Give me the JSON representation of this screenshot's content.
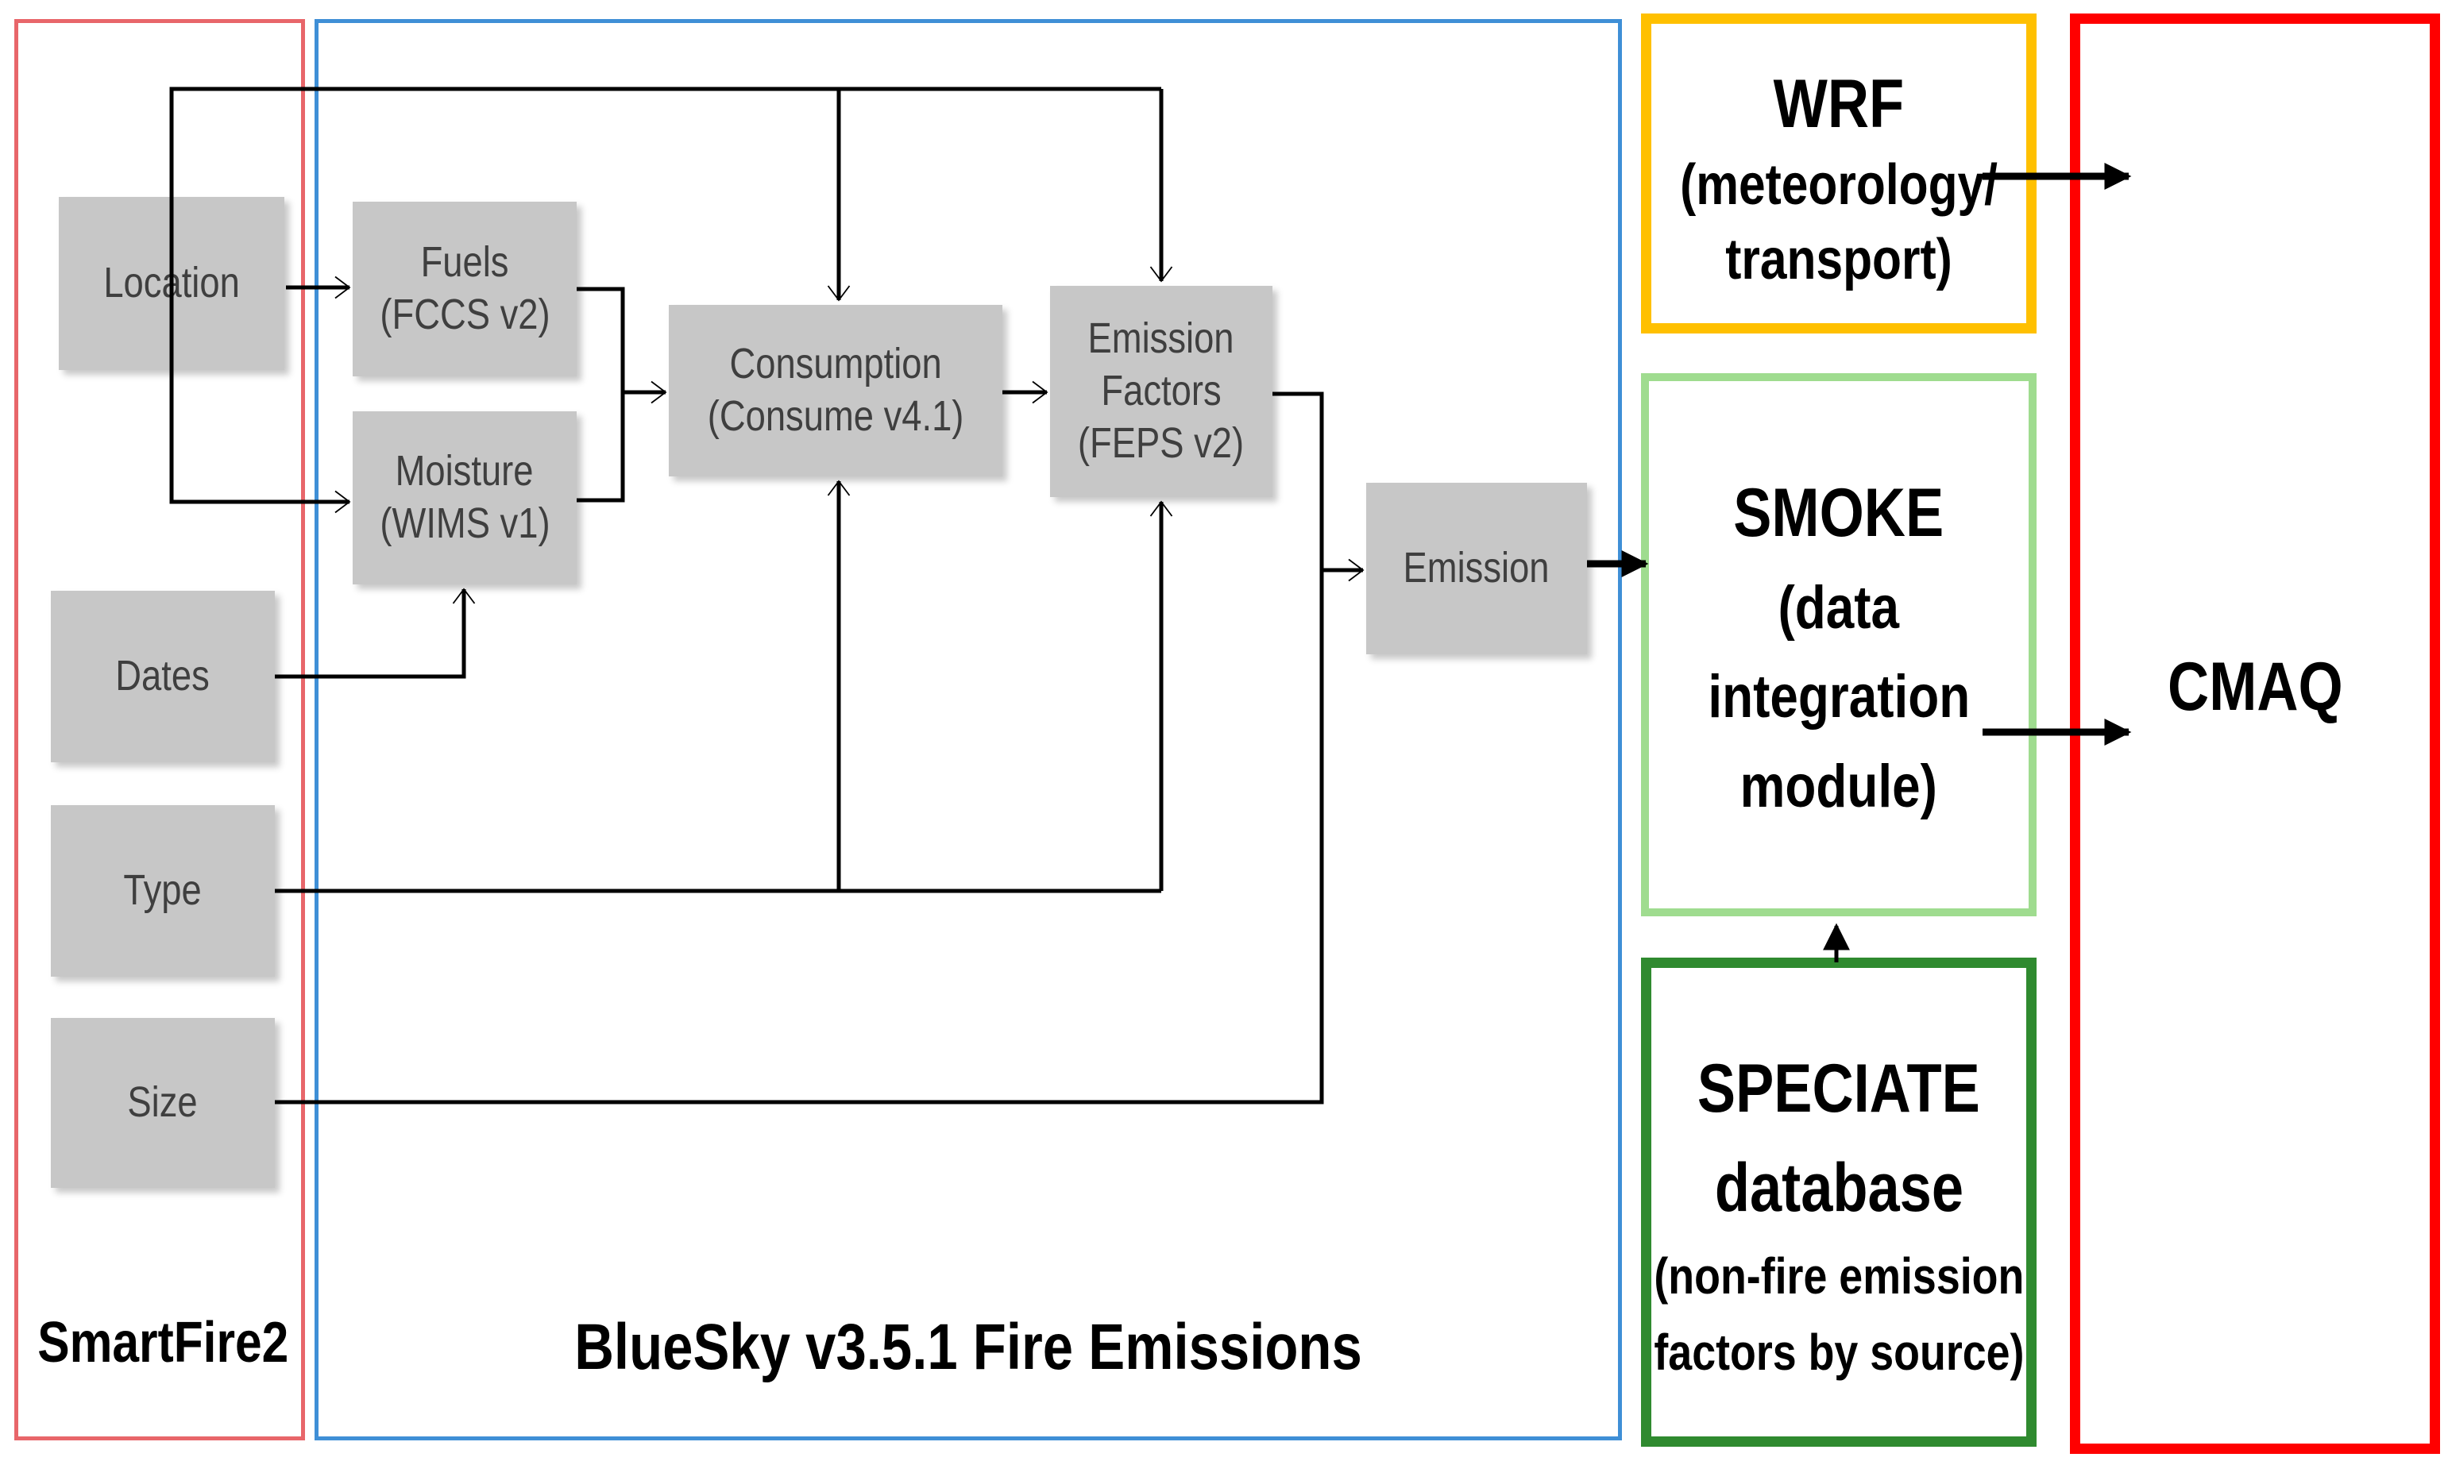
{
  "groups": {
    "smartfire": {
      "label": "SmartFire2",
      "color": "#e8666a"
    },
    "bluesky": {
      "label": "BlueSky v3.5.1 Fire Emissions",
      "color": "#3f8fd6"
    },
    "wrf": {
      "title": "WRF",
      "line1": "(meteorology/",
      "line2": "transport)",
      "color": "#ffc000"
    },
    "smoke": {
      "title": "SMOKE",
      "line1": "(data",
      "line2": "integration",
      "line3": "module)",
      "color": "#9fdc8f"
    },
    "speciate": {
      "title": "SPECIATE",
      "line1": "database",
      "line2": "(non-fire emission",
      "line3": "factors by source)",
      "color": "#2f8a2f"
    },
    "cmaq": {
      "title": "CMAQ",
      "color": "#ff0000"
    }
  },
  "nodes": {
    "location": {
      "line1": "Location"
    },
    "dates": {
      "line1": "Dates"
    },
    "type": {
      "line1": "Type"
    },
    "size": {
      "line1": "Size"
    },
    "fuels": {
      "line1": "Fuels",
      "line2": "(FCCS v2)"
    },
    "moisture": {
      "line1": "Moisture",
      "line2": "(WIMS v1)"
    },
    "consumption": {
      "line1": "Consumption",
      "line2": "(Consume v4.1)"
    },
    "emission_factors": {
      "line1": "Emission",
      "line2": "Factors",
      "line3": "(FEPS v2)"
    },
    "emission": {
      "line1": "Emission"
    }
  },
  "colors": {
    "node_fill": "#c7c7c7",
    "node_text": "#3f3f3f",
    "connector": "#000000"
  }
}
